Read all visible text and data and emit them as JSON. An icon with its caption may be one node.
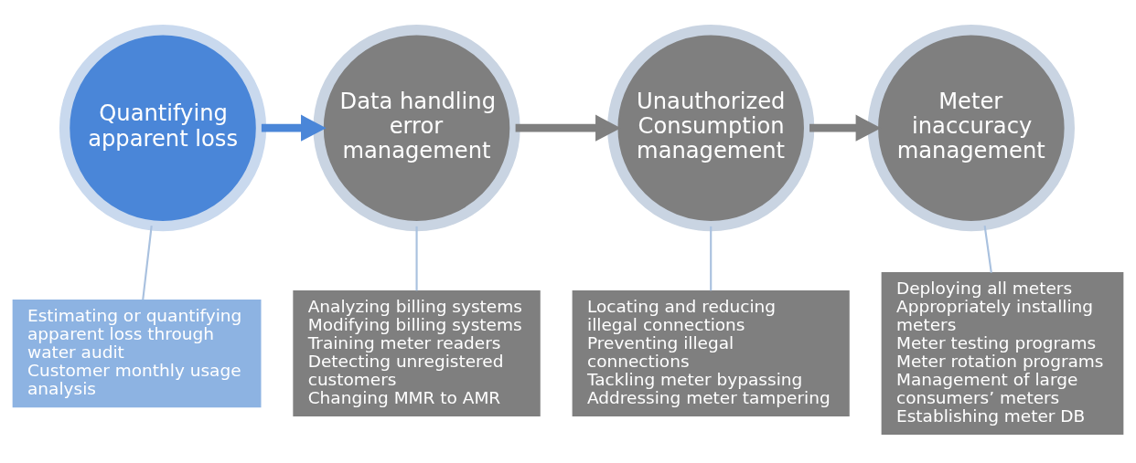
{
  "diagram": {
    "nodes": [
      {
        "text": [
          "Quantifying apparent loss"
        ]
      },
      {
        "text": [
          "Data handling error management"
        ]
      },
      {
        "text": [
          "Unauthorized Consumption management"
        ]
      },
      {
        "text": [
          "Meter inaccuracy management"
        ]
      },
      {
        "text": [
          "Estimating or quantifying apparent loss through water audit",
          "Customer monthly usage analysis"
        ]
      },
      {
        "text": [
          "Analyzing billing systems",
          "Modifying billing systems",
          "Training meter readers",
          "Detecting unregistered customers",
          "Changing MMR to AMR"
        ]
      },
      {
        "text": [
          "Locating and reducing illegal connections",
          "Preventing illegal connections",
          "Tackling meter bypassing",
          "Addressing meter tampering"
        ]
      },
      {
        "text": [
          "Deploying all meters",
          "Appropriately installing meters",
          "Meter testing programs",
          "Meter rotation programs",
          "Management of large consumers’ meters",
          "Establishing meter DB"
        ]
      }
    ],
    "edges": [
      {
        "from": 0,
        "to": 1,
        "arrow": "to",
        "style": "thick",
        "color": "#4a86d8"
      },
      {
        "from": 1,
        "to": 2,
        "arrow": "to",
        "style": "thick",
        "color": "#7f7f7f"
      },
      {
        "from": 2,
        "to": 3,
        "arrow": "to",
        "style": "thick",
        "color": "#7f7f7f"
      },
      {
        "from": 0,
        "to": 4,
        "arrow": "none"
      },
      {
        "from": 1,
        "to": 5,
        "arrow": "none"
      },
      {
        "from": 2,
        "to": 6,
        "arrow": "none"
      },
      {
        "from": 3,
        "to": 7,
        "arrow": "none"
      }
    ]
  }
}
